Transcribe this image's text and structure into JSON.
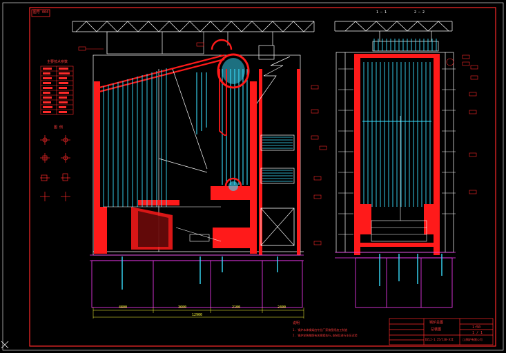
{
  "drawing": {
    "title_tag": "图号 004",
    "section_1": "1 — 1",
    "section_2": "2 — 2",
    "parameter_table_title": "主要技术参数",
    "symbols_title": "图 例",
    "notes_title": "说明",
    "note_1": "1. 锅炉本体钢架由专业厂家按图纸加工制造",
    "note_2": "2. 锅炉安装按照有关规程执行,安装后进行水压试验",
    "title_block_name": "锅炉总图",
    "title_block_sub": "总装图",
    "drawing_number": "DZL2-1.25/130-AII",
    "scale": "1:50",
    "sheet": "1 / 1",
    "company": "□□锅炉有限公司",
    "dimensions": [
      "4800",
      "3600",
      "2100",
      "2400",
      "12900"
    ]
  },
  "colors": {
    "background": "#000000",
    "frame": "#ff2a2a",
    "refractory": "#ff1a1a",
    "tube": "#3adfff",
    "steel": "#ffffff",
    "foundation": "#ff3bff",
    "dimension": "#ffff3a",
    "grid": "#00ff66"
  },
  "toolbar": {
    "cursor_icon": "crosshair-icon"
  }
}
